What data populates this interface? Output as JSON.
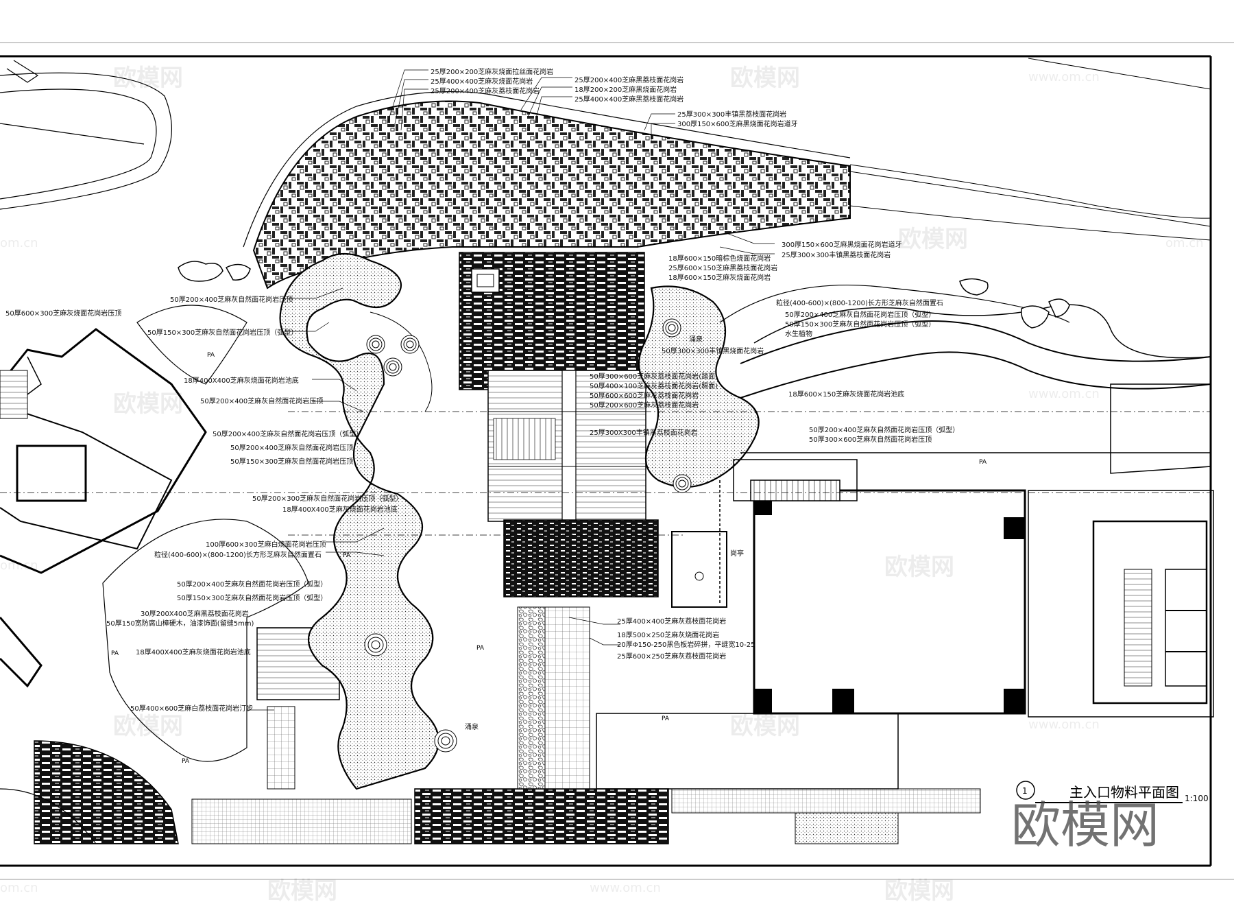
{
  "drawing": {
    "title": "主入口物料平面图",
    "scale": "1:100",
    "detail_number": "1"
  },
  "watermark": {
    "brand": "欧模网",
    "url": "www.om.cn",
    "url_short": "om.cn"
  },
  "plant_mark": "PA",
  "callouts": {
    "top": [
      "25厚200×200芝麻灰烧面拉丝面花岗岩",
      "25厚400×400芝麻灰烧面花岗岩",
      "25厚200×400芝麻灰荔枝面花岗岩",
      "25厚200×400芝麻黑荔枝面花岗岩",
      "18厚200×200芝麻黑烧面花岗岩",
      "25厚400×400芝麻黑荔枝面花岗岩",
      "25厚300×300丰镇黑荔枝面花岗岩",
      "300厚150×600芝麻黑烧面花岗岩道牙"
    ],
    "right_upper": [
      "300厚150×600芝麻黑烧面花岗岩道牙",
      "25厚300×300丰镇黑荔枝面花岗岩",
      "18厚600×150暗棕色烧面花岗岩",
      "25厚600×150芝麻黑荔枝面花岗岩",
      "18厚600×150芝麻灰烧面花岗岩",
      "粒径(400-600)×(800-1200)长方形芝麻灰自然面置石",
      "50厚200×400芝麻灰自然面花岗岩压顶（弧型）",
      "50厚150×300芝麻灰自然面花岗岩压顶（弧型）",
      "水生植物",
      "50厚300×300丰镇黑烧面花岗岩",
      "涌泉",
      "18厚600×150芝麻灰烧面花岗岩池底"
    ],
    "center": [
      "50厚300×600芝麻灰荔枝面花岗岩(踏面)",
      "50厚400×100芝麻灰荔枝面花岗岩(踢面)",
      "50厚600×600芝麻灰荔枝面花岗岩",
      "50厚200×600芝麻灰荔枝面花岗岩",
      "25厚300X300丰镇黑荔枝面花岗岩",
      "50厚200×400芝麻灰自然面花岗岩压顶（弧型）",
      "50厚300×600芝麻灰自然面花岗岩压顶"
    ],
    "left": [
      "50厚200×400芝麻灰自然面花岗岩压顶",
      "50厚600×300芝麻灰烧面花岗岩压顶",
      "50厚150×300芝麻灰自然面花岗岩压顶（弧型）",
      "18厚400X400芝麻灰烧面花岗岩池底",
      "50厚200×400芝麻灰自然面花岗岩压顶",
      "50厚200×400芝麻灰自然面花岗岩压顶（弧型）",
      "50厚200×400芝麻灰自然面花岗岩压顶",
      "50厚150×300芝麻灰自然面花岗岩压顶",
      "50厚200×300芝麻灰自然面花岗岩压顶（弧型）",
      "18厚400X400芝麻灰烧面花岗岩池底",
      "100厚600×300芝麻白烧面花岗岩压顶",
      "粒径(400-600)×(800-1200)长方形芝麻灰自然面置石",
      "50厚200×400芝麻灰自然面花岗岩压顶（弧型）",
      "50厚150×300芝麻灰自然面花岗岩压顶（弧型）",
      "30厚200X400芝麻黑荔枝面花岗岩",
      "50厚150宽防腐山樟硬木，油漆饰面(留缝5mm)",
      "18厚400X400芝麻灰烧面花岗岩池底",
      "50厚400×600芝麻白荔枝面花岗岩汀步"
    ],
    "lower_center": [
      "25厚400×400芝麻灰荔枝面花岗岩",
      "18厚500×250芝麻灰烧面花岗岩",
      "20厚Φ150-250黑色板岩碎拼，平缝宽10-25",
      "25厚600×250芝麻灰荔枝面花岗岩"
    ],
    "pavilion": "岗亭",
    "spring_left": "涌泉"
  }
}
